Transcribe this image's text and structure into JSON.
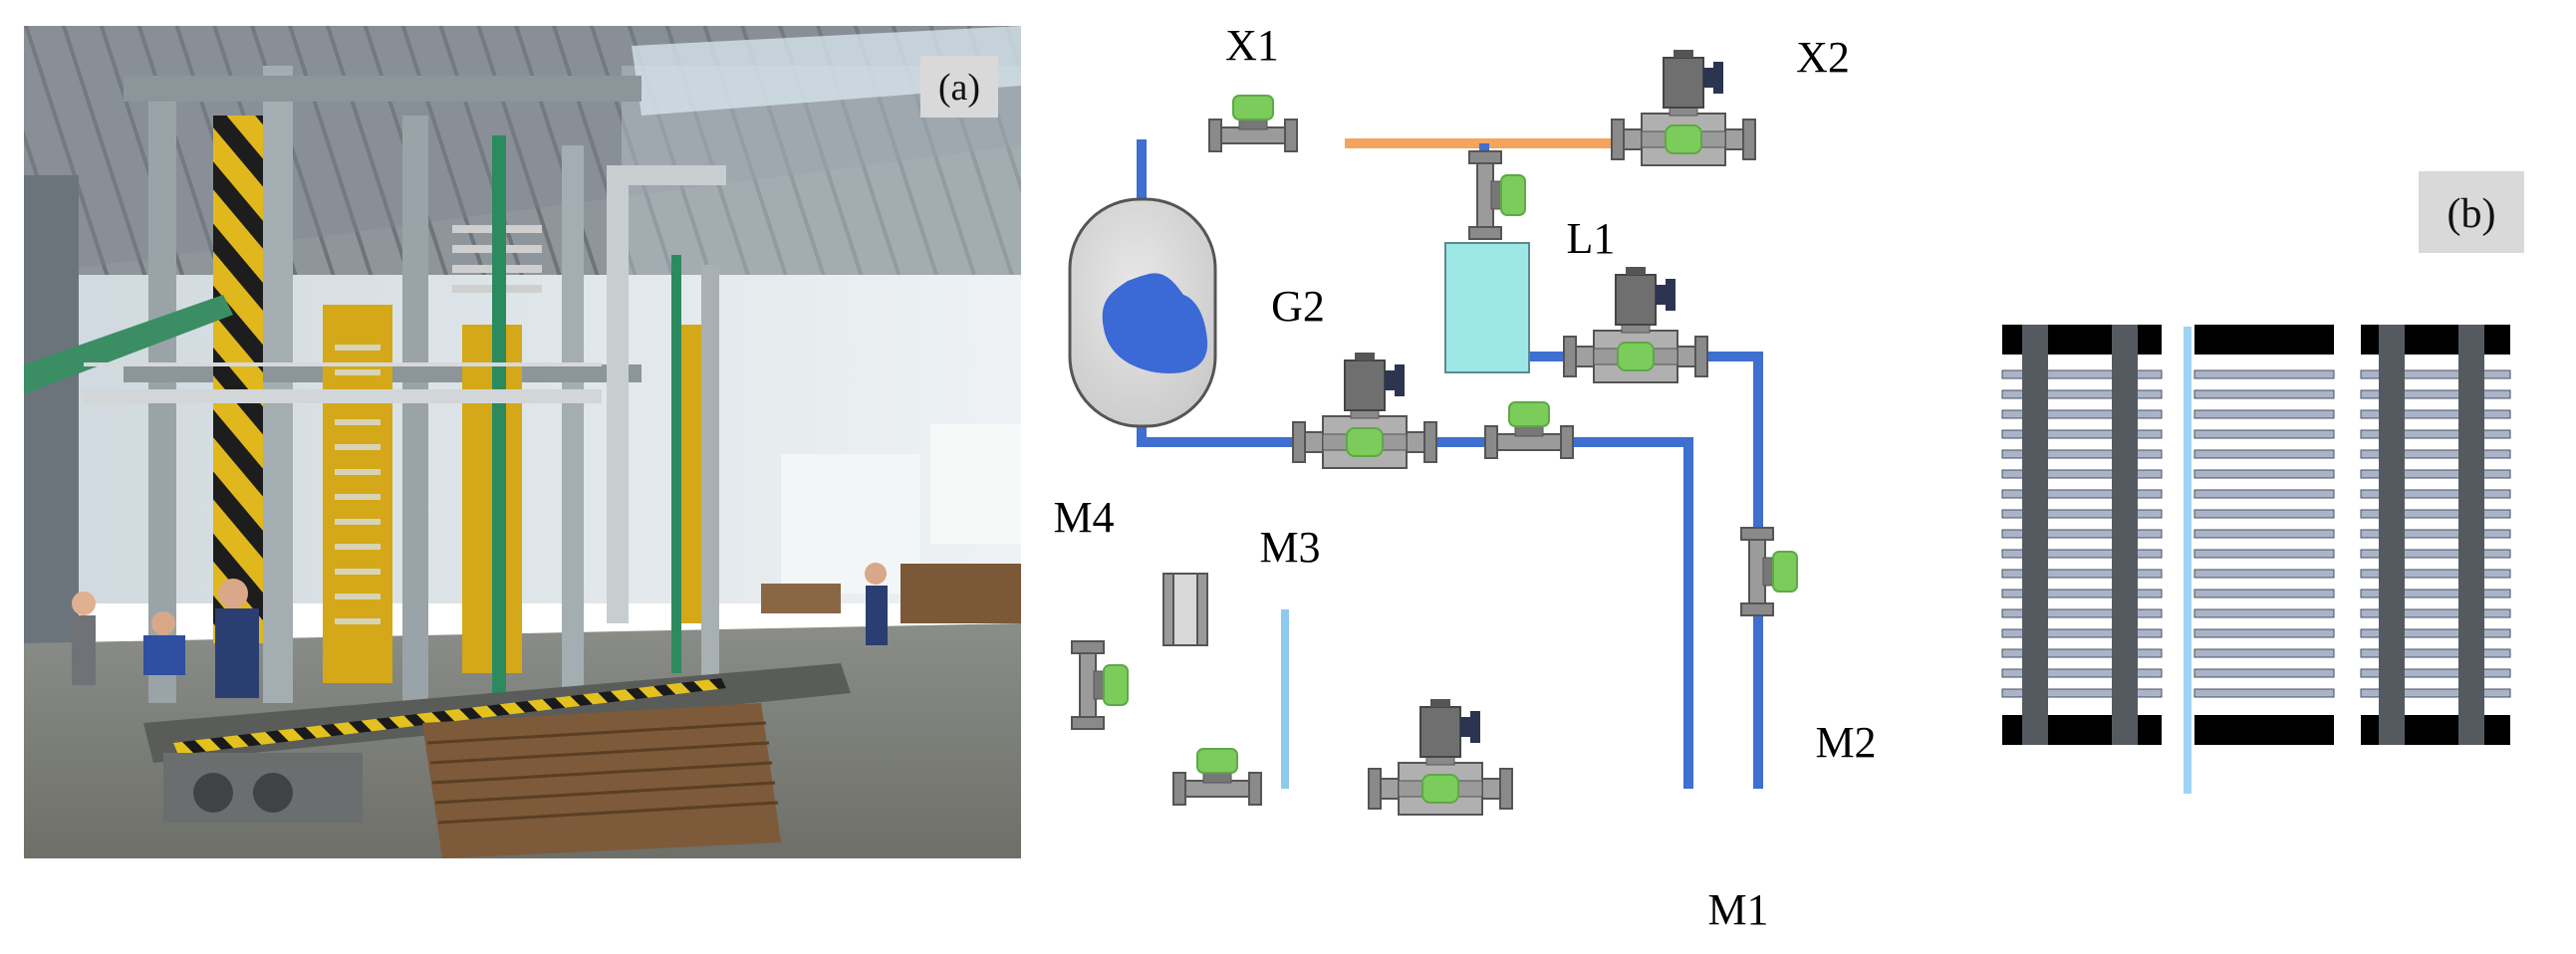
{
  "panel_a": {
    "label": "(a)"
  },
  "panel_b": {
    "label": "(b)",
    "components": {
      "x1": "X1",
      "x2": "X2",
      "l1": "L1",
      "g2": "G2",
      "m1": "M1",
      "m2": "M2",
      "m3": "M3",
      "m4": "M4"
    }
  },
  "colors": {
    "cold_pipe": "#3f6fd0",
    "light_pipe": "#8ecaf0",
    "hot_pipe_orange": "#f19d5d",
    "hot_pipe_red": "#b1203c",
    "dark_pipe": "#2d2f6e",
    "valve_green": "#7ccc5c",
    "valve_body": "#8f8f8f",
    "tank_fill": "#9de8e6",
    "vessel_fill": "#d9d9d9",
    "water_blob": "#3b69d6"
  }
}
